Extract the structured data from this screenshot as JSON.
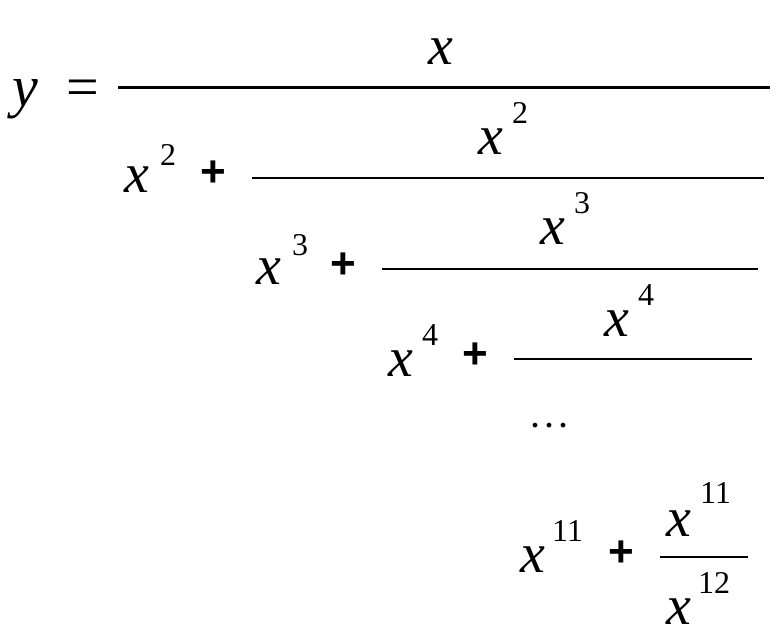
{
  "lhs": {
    "var": "y",
    "eq": "="
  },
  "level0": {
    "num_base": "x"
  },
  "level1": {
    "den_base": "x",
    "den_exp": "2",
    "op": "+",
    "num_base": "x",
    "num_exp": "2"
  },
  "level2": {
    "den_base": "x",
    "den_exp": "3",
    "op": "+",
    "num_base": "x",
    "num_exp": "3"
  },
  "level3": {
    "den_base": "x",
    "den_exp": "4",
    "op": "+",
    "num_base": "x",
    "num_exp": "4"
  },
  "ellipsis": "...",
  "last": {
    "den_base": "x",
    "den_exp": "11",
    "op": "+",
    "num_base": "x",
    "num_exp": "11",
    "frac_den_base": "x",
    "frac_den_exp": "12"
  }
}
